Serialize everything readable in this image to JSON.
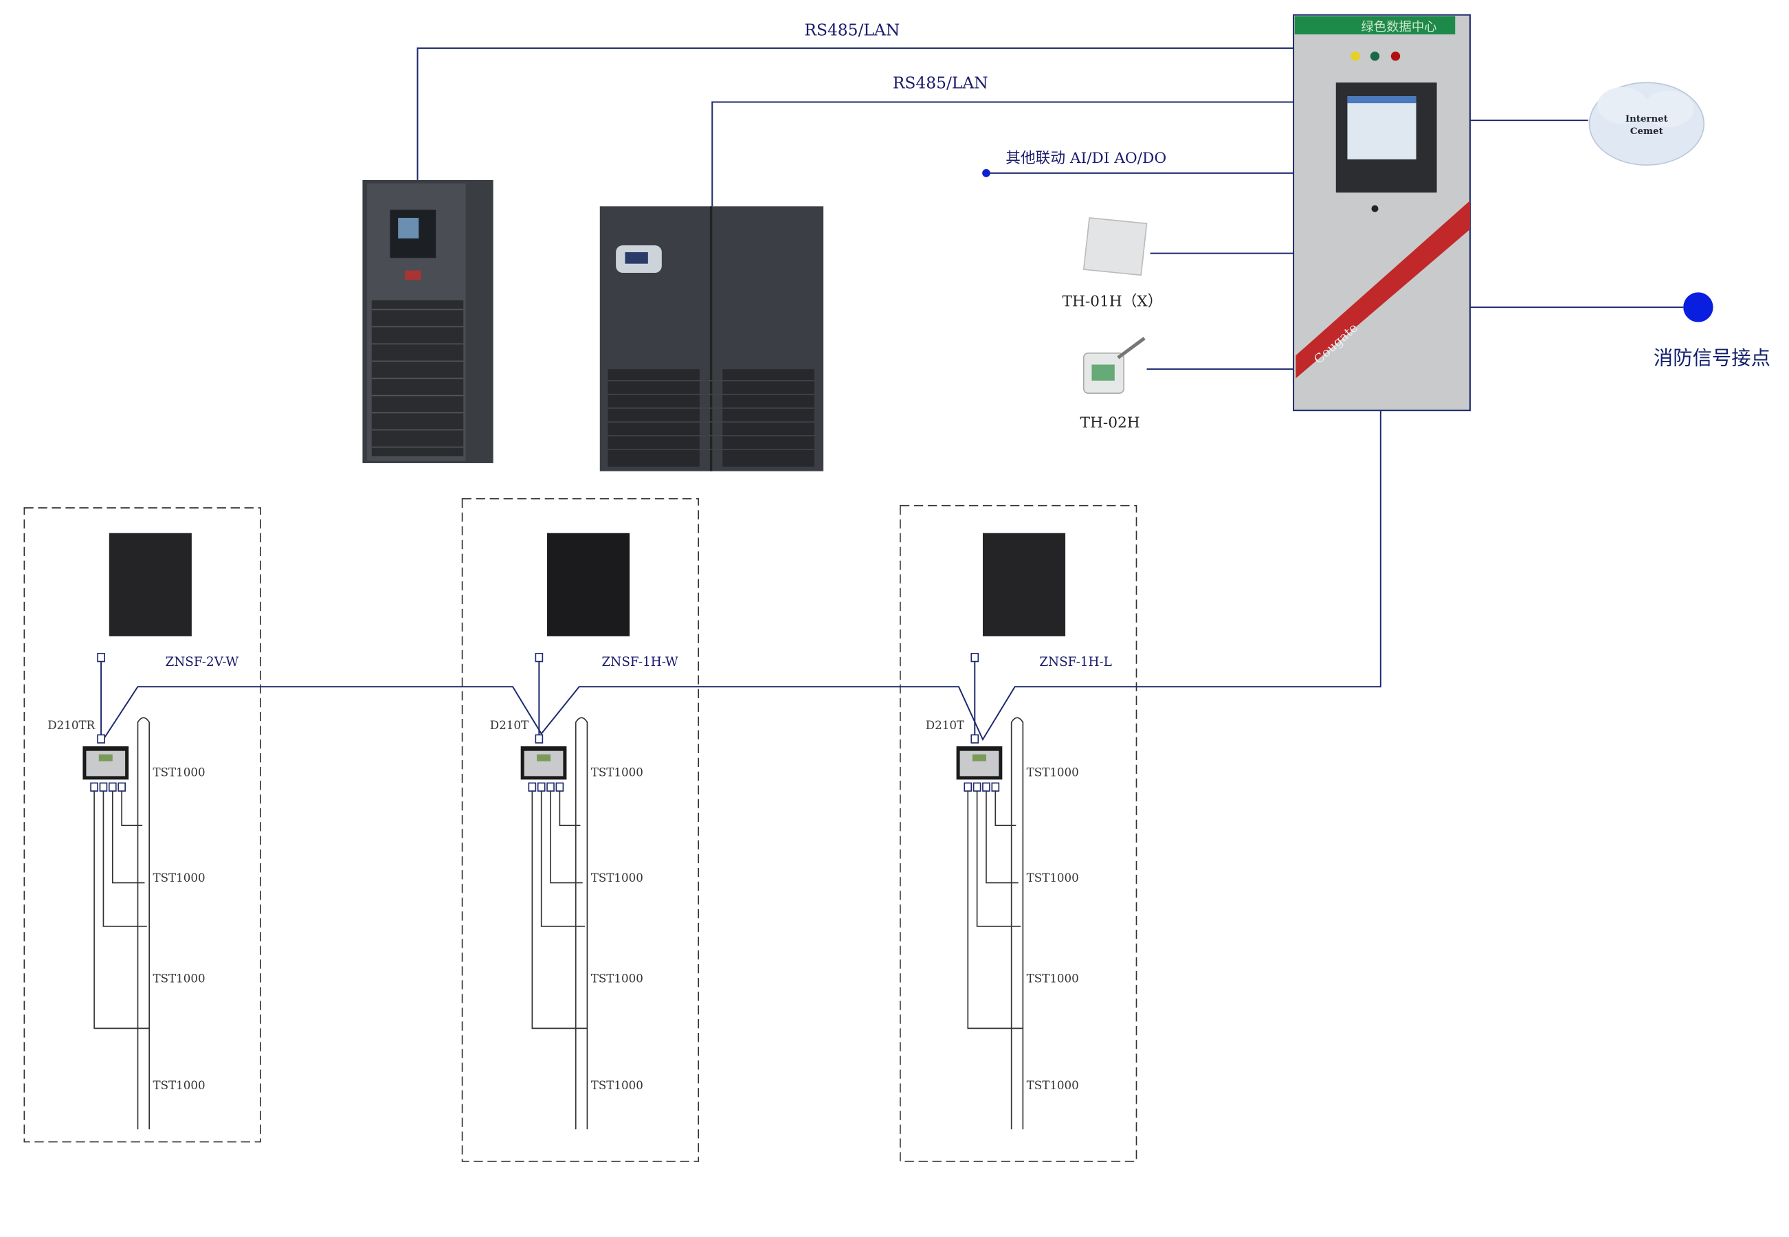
{
  "links": {
    "rs485_top": "RS485/LAN",
    "rs485_second": "RS485/LAN",
    "linkage": "其他联动  AI/DI  AO/DO"
  },
  "cabinet": {
    "banner": "绿色数据中心",
    "ribbon": "Cougate"
  },
  "sensors": [
    {
      "label": "TH-01H（X）"
    },
    {
      "label": "TH-02H"
    }
  ],
  "cloud": {
    "line1": "Internet",
    "line2": "Cemet"
  },
  "fire": {
    "label": "消防信号接点",
    "color": "#0a1ee0"
  },
  "groups": [
    {
      "model": "ZNSF-2V-W",
      "controller": "D210TR",
      "cables": [
        "TST1000",
        "TST1000",
        "TST1000",
        "TST1000"
      ]
    },
    {
      "model": "ZNSF-1H-W",
      "controller": "D210T",
      "cables": [
        "TST1000",
        "TST1000",
        "TST1000",
        "TST1000"
      ]
    },
    {
      "model": "ZNSF-1H-L",
      "controller": "D210T",
      "cables": [
        "TST1000",
        "TST1000",
        "TST1000",
        "TST1000"
      ]
    }
  ]
}
